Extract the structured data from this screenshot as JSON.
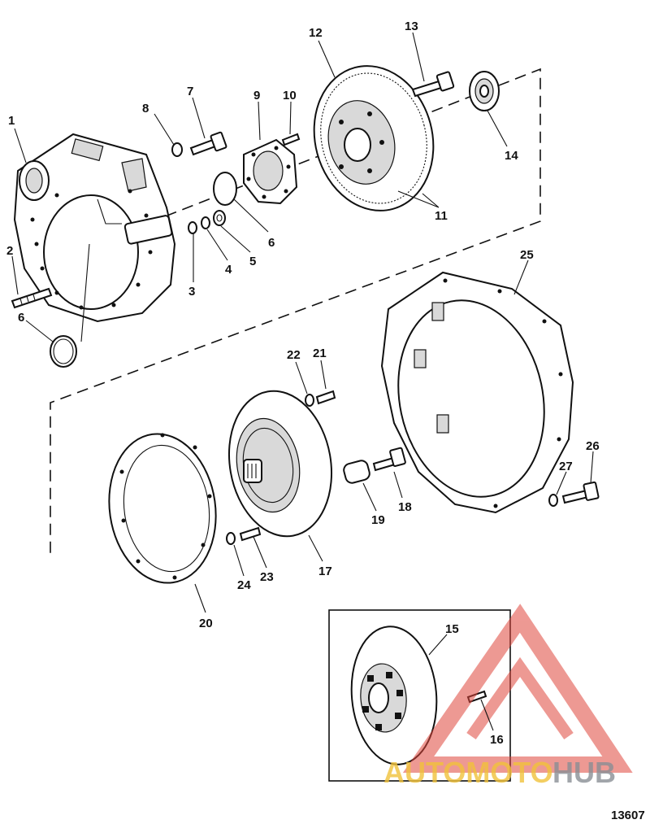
{
  "diagram": {
    "callouts": [
      {
        "id": "1",
        "label": "1"
      },
      {
        "id": "2",
        "label": "2"
      },
      {
        "id": "3",
        "label": "3"
      },
      {
        "id": "4",
        "label": "4"
      },
      {
        "id": "5",
        "label": "5"
      },
      {
        "id": "6a",
        "label": "6"
      },
      {
        "id": "6b",
        "label": "6"
      },
      {
        "id": "7",
        "label": "7"
      },
      {
        "id": "8",
        "label": "8"
      },
      {
        "id": "9",
        "label": "9"
      },
      {
        "id": "10",
        "label": "10"
      },
      {
        "id": "11",
        "label": "11"
      },
      {
        "id": "12",
        "label": "12"
      },
      {
        "id": "13",
        "label": "13"
      },
      {
        "id": "14",
        "label": "14"
      },
      {
        "id": "15",
        "label": "15"
      },
      {
        "id": "16",
        "label": "16"
      },
      {
        "id": "17",
        "label": "17"
      },
      {
        "id": "18",
        "label": "18"
      },
      {
        "id": "19",
        "label": "19"
      },
      {
        "id": "20",
        "label": "20"
      },
      {
        "id": "21",
        "label": "21"
      },
      {
        "id": "22",
        "label": "22"
      },
      {
        "id": "23",
        "label": "23"
      },
      {
        "id": "24",
        "label": "24"
      },
      {
        "id": "25",
        "label": "25"
      },
      {
        "id": "26",
        "label": "26"
      },
      {
        "id": "27",
        "label": "27"
      }
    ],
    "reference_number": "13607",
    "watermark": {
      "part1": "AUTOMOTO",
      "part2": "HUB",
      "accent": "#e0463c"
    }
  }
}
